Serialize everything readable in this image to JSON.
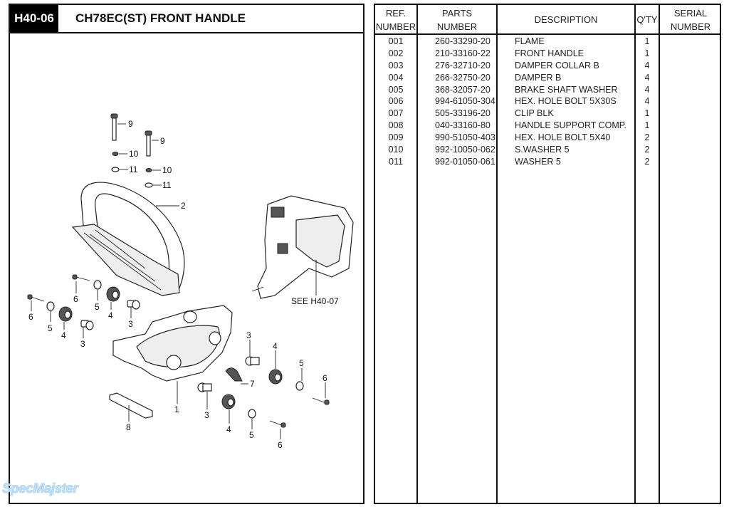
{
  "header": {
    "section_code": "H40-06",
    "title": "CH78EC(ST)   FRONT HANDLE"
  },
  "table": {
    "columns": {
      "ref": [
        "REF.",
        "NUMBER"
      ],
      "parts": [
        "PARTS",
        "NUMBER"
      ],
      "description": "DESCRIPTION",
      "qty": "Q'TY",
      "serial": [
        "SERIAL",
        "NUMBER"
      ]
    },
    "rows": [
      {
        "ref": "001",
        "part": "260-33290-20",
        "desc": "FLAME",
        "qty": "1"
      },
      {
        "ref": "002",
        "part": "210-33160-22",
        "desc": "FRONT HANDLE",
        "qty": "1"
      },
      {
        "ref": "003",
        "part": "276-32710-20",
        "desc": "DAMPER COLLAR B",
        "qty": "4"
      },
      {
        "ref": "004",
        "part": "266-32750-20",
        "desc": "DAMPER B",
        "qty": "4"
      },
      {
        "ref": "005",
        "part": "368-32057-20",
        "desc": "BRAKE SHAFT WASHER",
        "qty": "4"
      },
      {
        "ref": "006",
        "part": "994-61050-304",
        "desc": "HEX. HOLE BOLT 5X30S",
        "qty": "4"
      },
      {
        "ref": "007",
        "part": "505-33196-20",
        "desc": "CLIP BLK",
        "qty": "1"
      },
      {
        "ref": "008",
        "part": "040-33160-80",
        "desc": "HANDLE SUPPORT COMP.",
        "qty": "1"
      },
      {
        "ref": "009",
        "part": "990-51050-403",
        "desc": "HEX. HOLE BOLT 5X40",
        "qty": "2"
      },
      {
        "ref": "010",
        "part": "992-10050-062",
        "desc": "S.WASHER 5",
        "qty": "2"
      },
      {
        "ref": "011",
        "part": "992-01050-061",
        "desc": "WASHER 5",
        "qty": "2"
      }
    ]
  },
  "diagram": {
    "reference_note": "SEE H40-07",
    "callouts": [
      "9",
      "9",
      "10",
      "11",
      "10",
      "11",
      "2",
      "6",
      "5",
      "4",
      "3",
      "6",
      "5",
      "4",
      "3",
      "3",
      "4",
      "5",
      "6",
      "7",
      "1",
      "3",
      "4",
      "5",
      "6",
      "8"
    ]
  },
  "watermark": "SpecMajster"
}
